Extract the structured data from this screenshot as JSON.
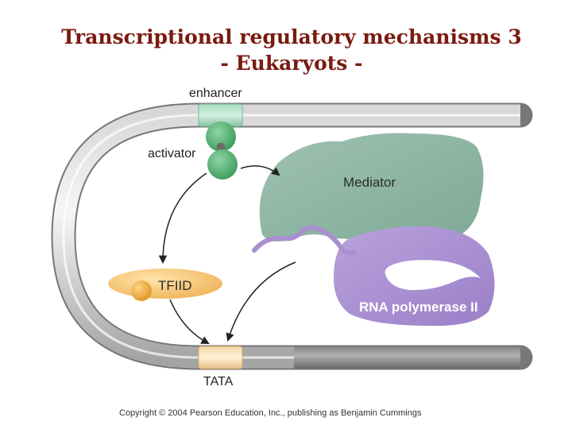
{
  "title": {
    "line1": "Transcriptional regulatory mechanisms 3",
    "line2": "- Eukaryots -"
  },
  "labels": {
    "enhancer": "enhancer",
    "activator": "activator",
    "mediator": "Mediator",
    "tfiid": "TFIID",
    "rna_pol": "RNA polymerase II",
    "tata": "TATA"
  },
  "copyright": "Copyright © 2004 Pearson Education, Inc., publishing as Benjamin Cummings",
  "colors": {
    "title": "#7a1a10",
    "dna": "#b5b5b5",
    "mediator": "#8fb3a3",
    "rna_pol": "#a98fcf",
    "activator": "#55b075",
    "tfiid": "#f0c070"
  }
}
